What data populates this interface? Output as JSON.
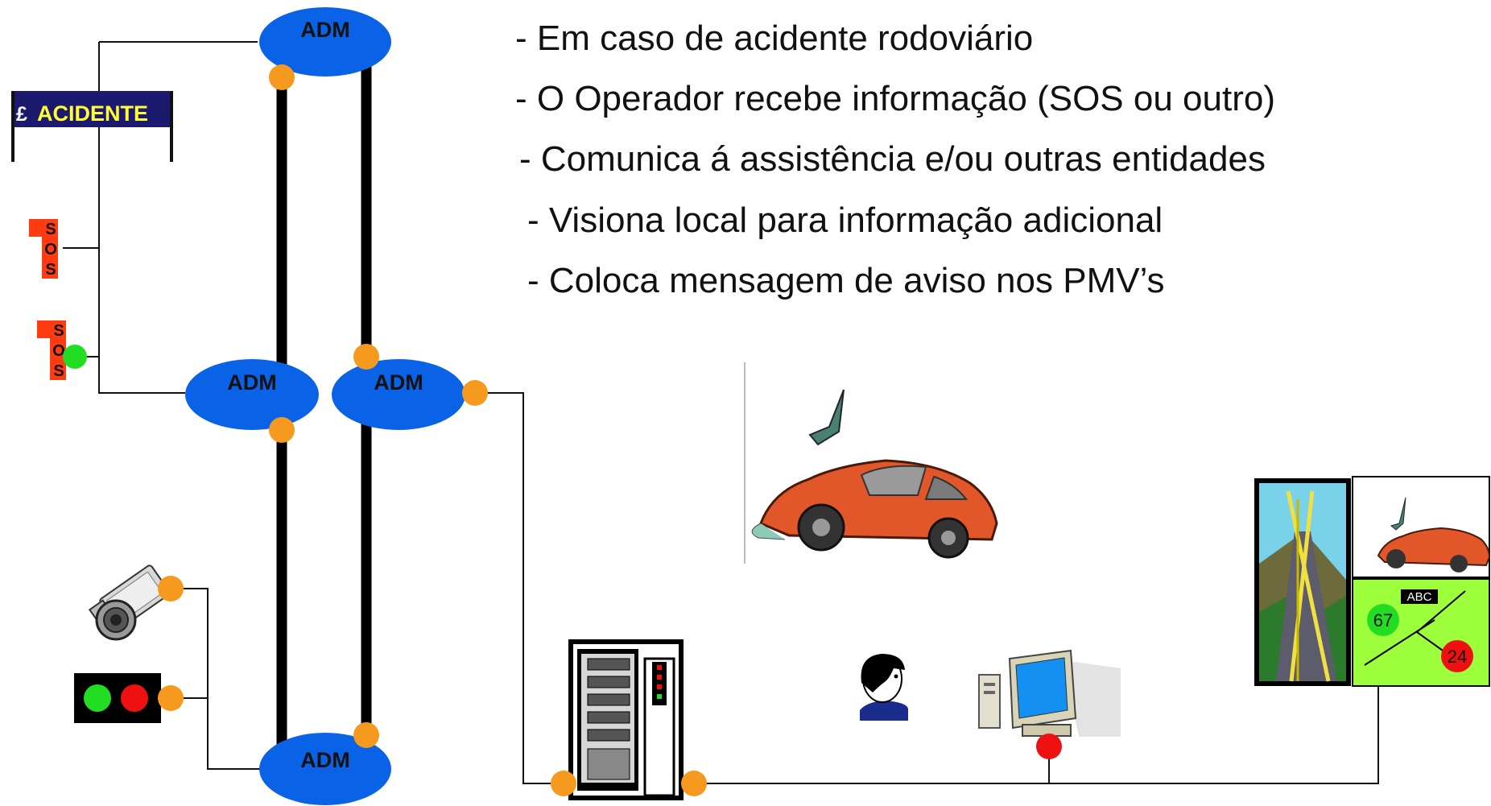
{
  "bullets": [
    "- Em caso de acidente rodoviário",
    "- O Operador recebe informação (SOS ou outro)",
    "- Comunica á assistência e/ou outras entidades",
    "- Visiona local para informação adicional",
    "- Coloca mensagem de aviso nos PMV’s"
  ],
  "adm_label": "ADM",
  "sign": {
    "prefix": "£",
    "text": "ACIDENTE"
  },
  "sos_letters": [
    "S",
    "O",
    "S"
  ],
  "panel": {
    "abc": "ABC",
    "sensor1": "67",
    "sensor2": "24"
  },
  "colors": {
    "adm": "#0a63e6",
    "connector": "#f59a1e",
    "sos_box": "#ff3b12",
    "green_light": "#22dd22",
    "red_light": "#ee1111",
    "sign_bg": "#1b1a6e",
    "sign_text": "#ffff33",
    "panel_bg": "#9dff3c"
  }
}
